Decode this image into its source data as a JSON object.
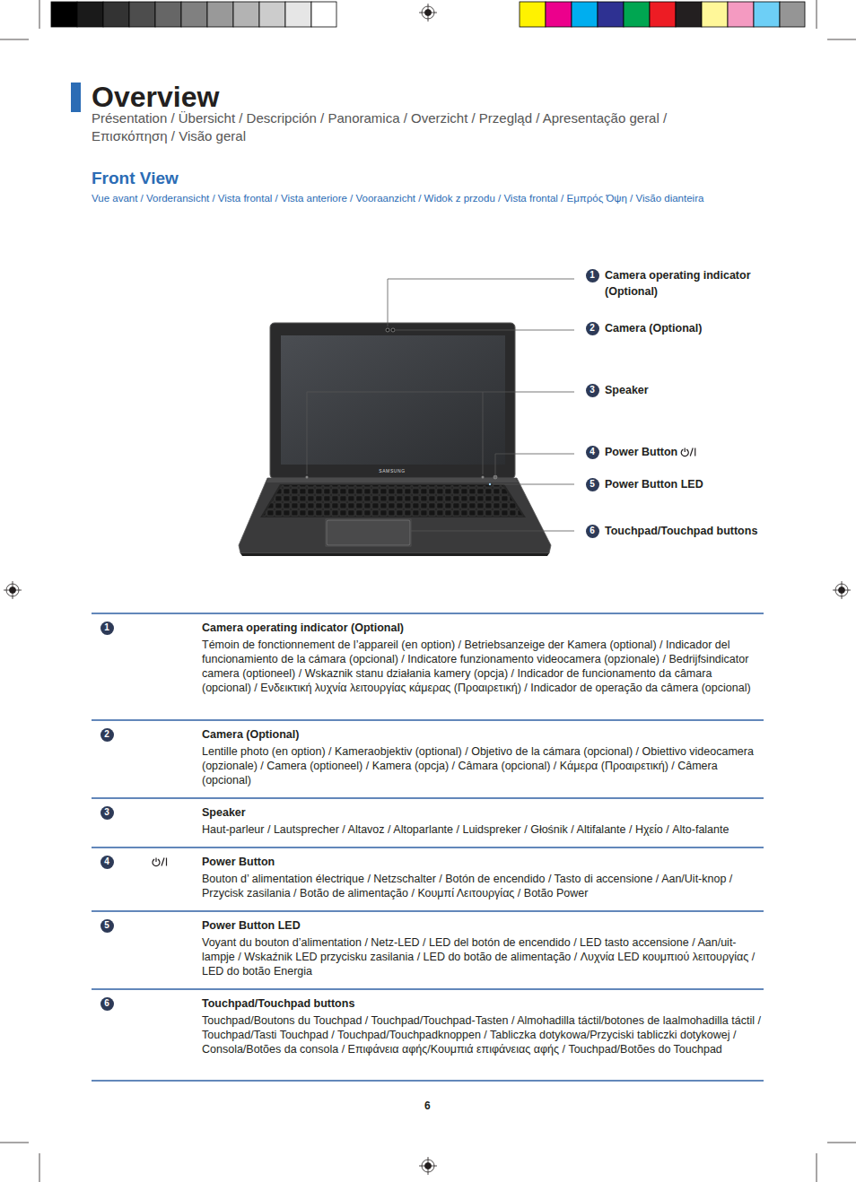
{
  "diagram": {
    "title": "Overview",
    "labels": [
      "Présentation / Übersicht / Descripción / Panoramica / Overzicht / Przegląd / Apresentação geral / Επισκόπηση / Visão geral",
      "Front View",
      "Vue avant / Vorderansicht / Vista frontal / Vista anteriore / Vooraanzicht / Widok z przodu / Vista frontal / Εμπρός Όψη / Visão dianteira",
      "1",
      "Camera operating indicator (Optional)",
      "2",
      "Camera (Optional)",
      "3",
      "Speaker",
      "4",
      "Power Button",
      "5",
      "Power Button LED",
      "6",
      "Touchpad/Touchpad buttons",
      "SAMSUNG",
      "1",
      "Camera operating indicator (Optional)",
      "Témoin de fonctionnement de l’appareil (en option) / Betriebsanzeige der Kamera (optional) / Indicador del funcionamiento de la cámara (opcional) / Indicatore funzionamento videocamera (opzionale) / Bedrijfsindicator camera (optioneel) / Wskaznik stanu działania kamery (opcja) / Indicador de funcionamento da câmara (opcional) / Ενδεικτική λυχνία λειτουργίας κάμερας (Προαιρετική) / Indicador de operação da câmera (opcional)",
      "2",
      "Camera (Optional)",
      "Lentille photo (en option) / Kameraobjektiv (optional) / Objetivo de la cámara (opcional) / Obiettivo videocamera (opzionale) / Camera (optioneel) / Kamera (opcja) / Câmara (opcional) / Κάμερα (Προαιρετική) / Câmera (opcional)",
      "3",
      "Speaker",
      "Haut-parleur / Lautsprecher / Altavoz / Altoparlante / Luidspreker / Głośnik / Altifalante / Ηχείο / Alto-falante",
      "4",
      "Power Button",
      "Bouton d’ alimentation électrique / Netzschalter / Botón de encendido / Tasto di accensione / Aan/Uit-knop / Przycisk zasilania / Botão de alimentação / Κουμπί Λειτουργίας / Botão Power",
      "5",
      "Power Button LED",
      "Voyant du bouton d’alimentation / Netz-LED / LED del botón de encendido / LED tasto accensione / Aan/uit-lampje / Wskaźnik LED przycisku zasilania / LED do botão de alimentação / Λυχνία LED κουμπιού λειτουργίας / LED do botão Energia",
      "6",
      "Touchpad/Touchpad buttons",
      "Touchpad/Boutons du Touchpad / Touchpad/Touchpad-Tasten / Almohadilla táctil/botones de laalmohadilla táctil / Touchpad/Tasti Touchpad / Touchpad/Touchpadknoppen / Tabliczka dotykowa/Przyciski tabliczki dotykowej / Consola/Botões da consola / Επιφάνεια αφής/Κουμπιά επιφάνειας αφής / Touchpad/Botões do Touchpad",
      "6"
    ]
  }
}
